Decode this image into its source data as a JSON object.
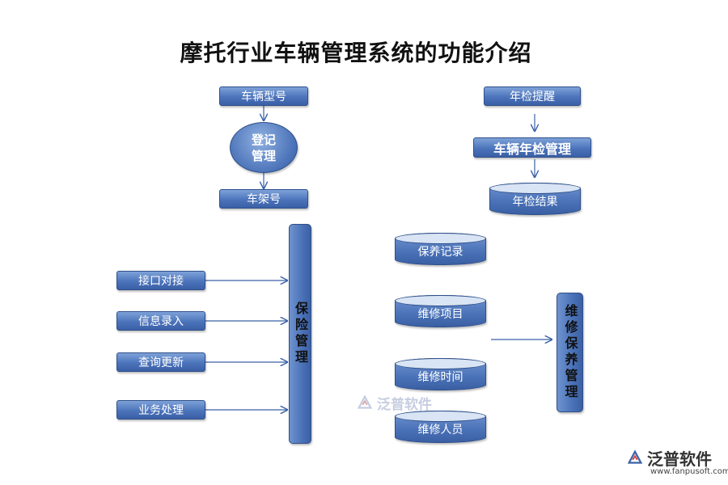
{
  "title": "摩托行业车辆管理系统的功能介绍",
  "registration": {
    "vehicle_model": "车辆型号",
    "center": "登记\n管理",
    "frame_number": "车架号"
  },
  "annual_inspection": {
    "reminder": "年检提醒",
    "center": "车辆年检管理",
    "result": "年检结果"
  },
  "insurance": {
    "center": "保险管理",
    "items": [
      "接口对接",
      "信息录入",
      "查询更新",
      "业务处理"
    ]
  },
  "maintenance": {
    "center": "维修保养管理",
    "items": [
      "保养记录",
      "维修项目",
      "维修时间",
      "维修人员"
    ]
  },
  "watermark": {
    "brand": "泛普软件",
    "url": "www.fanpusoft.com"
  }
}
